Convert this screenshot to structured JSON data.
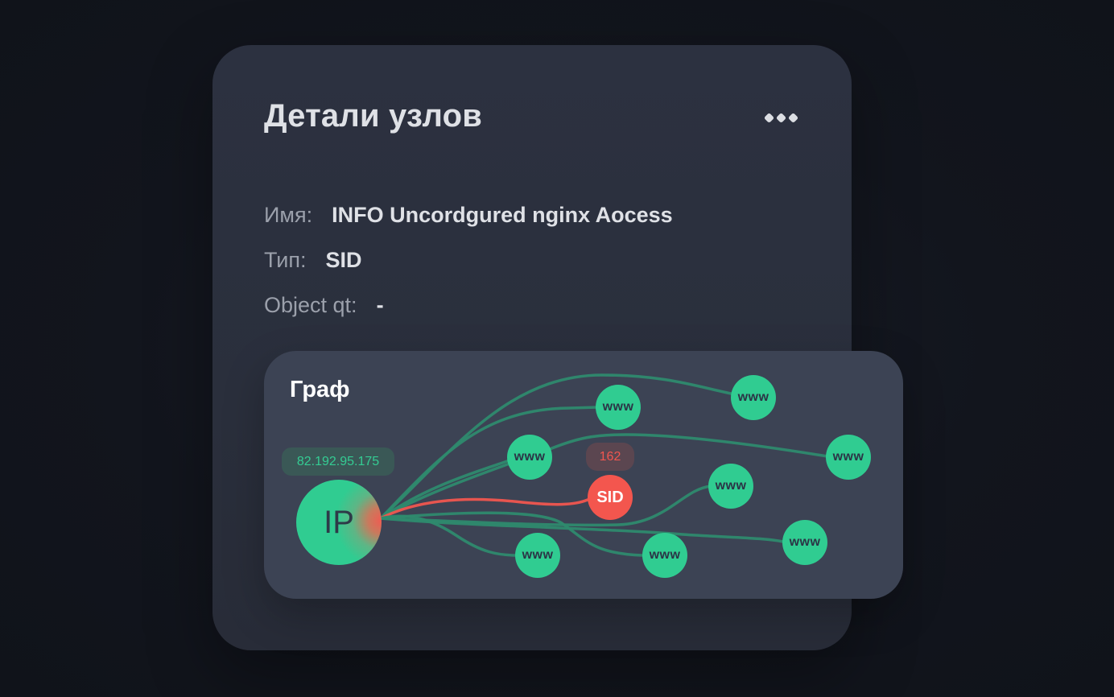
{
  "card": {
    "title": "Детали узлов",
    "more_icon": "more-horizontal-icon"
  },
  "details": {
    "name": {
      "label": "Имя:",
      "value": "INFO Uncordgured nginx Aocess"
    },
    "type": {
      "label": "Тип:",
      "value": "SID"
    },
    "object_qt": {
      "label": "Object qt:",
      "value": "-"
    }
  },
  "graph": {
    "title": "Граф",
    "source": {
      "label": "IP",
      "address": "82.192.95.175"
    },
    "target": {
      "label": "SID",
      "count": "162"
    },
    "nodes": [
      {
        "label": "www"
      },
      {
        "label": "www"
      },
      {
        "label": "www"
      },
      {
        "label": "www"
      },
      {
        "label": "www"
      },
      {
        "label": "www"
      },
      {
        "label": "www"
      },
      {
        "label": "www"
      }
    ],
    "colors": {
      "node": "#30cc91",
      "edge": "#2e8a6e",
      "alert": "#f3564e"
    }
  }
}
